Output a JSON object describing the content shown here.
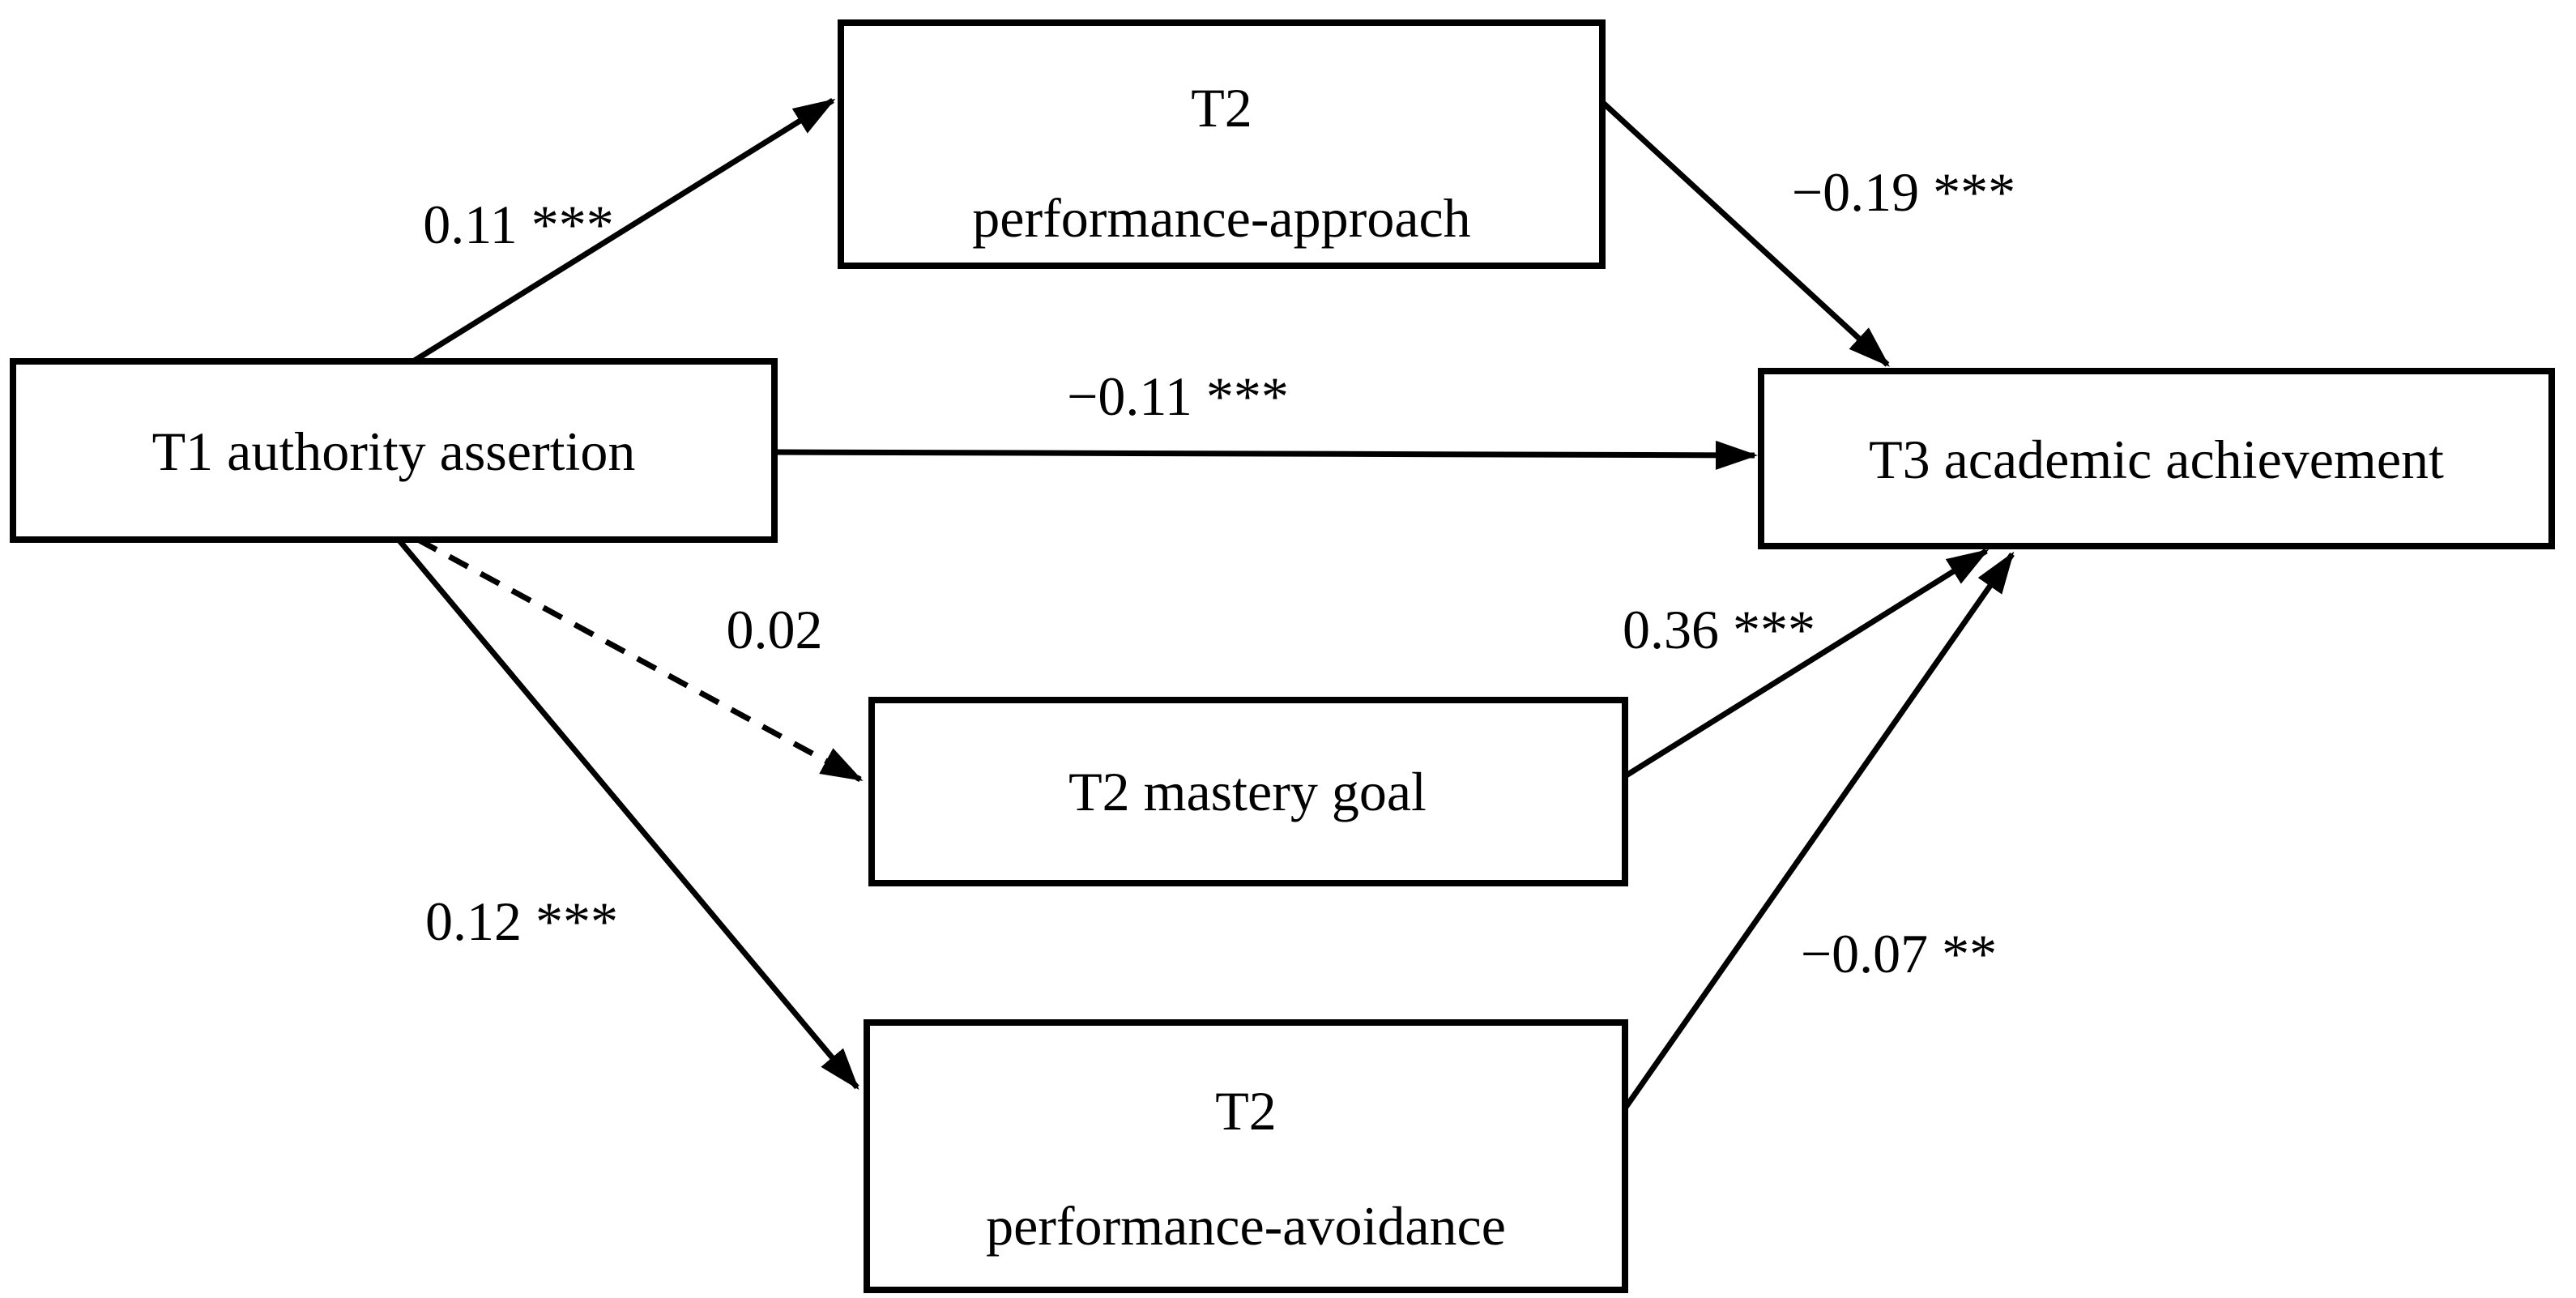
{
  "diagram": {
    "type": "path-model",
    "colors": {
      "line": "#000000",
      "box_fill": "#ffffff",
      "background": "#ffffff",
      "text": "#000000"
    },
    "nodes": [
      {
        "id": "t1_authority_assertion",
        "label": "T1 authority assertion"
      },
      {
        "id": "t2_performance_approach",
        "line1": "T2",
        "line2": "performance-approach"
      },
      {
        "id": "t2_mastery_goal",
        "label": "T2 mastery goal"
      },
      {
        "id": "t2_performance_avoidance",
        "line1": "T2",
        "line2": "performance-avoidance"
      },
      {
        "id": "t3_academic_achievement",
        "label": "T3 academic achievement"
      }
    ],
    "edges": [
      {
        "from": "t1_authority_assertion",
        "to": "t2_performance_approach",
        "label": "0.11 ***",
        "style": "solid"
      },
      {
        "from": "t1_authority_assertion",
        "to": "t3_academic_achievement",
        "label": "−0.11 ***",
        "style": "solid"
      },
      {
        "from": "t1_authority_assertion",
        "to": "t2_mastery_goal",
        "label": "0.02",
        "style": "dashed"
      },
      {
        "from": "t1_authority_assertion",
        "to": "t2_performance_avoidance",
        "label": "0.12 ***",
        "style": "solid"
      },
      {
        "from": "t2_performance_approach",
        "to": "t3_academic_achievement",
        "label": "−0.19 ***",
        "style": "solid"
      },
      {
        "from": "t2_mastery_goal",
        "to": "t3_academic_achievement",
        "label": "0.36 ***",
        "style": "solid"
      },
      {
        "from": "t2_performance_avoidance",
        "to": "t3_academic_achievement",
        "label": "−0.07 **",
        "style": "solid"
      }
    ]
  }
}
